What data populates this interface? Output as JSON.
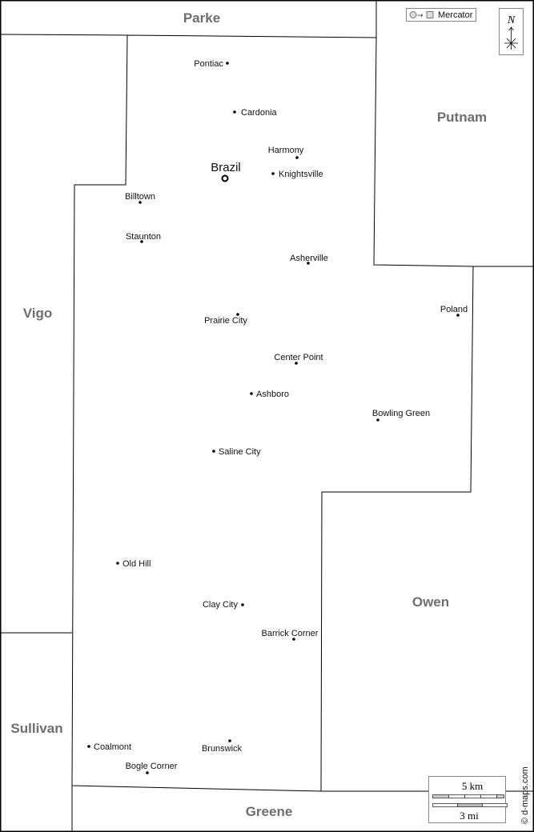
{
  "map": {
    "projection_label": "Mercator",
    "north_label": "N",
    "scale": {
      "km": "5 km",
      "mi": "3 mi"
    },
    "credit": "© d-maps.com",
    "county_seat": "Brazil",
    "neighbor_counties": {
      "parke": "Parke",
      "putnam": "Putnam",
      "vigo": "Vigo",
      "owen": "Owen",
      "sullivan": "Sullivan",
      "greene": "Greene"
    },
    "towns": {
      "pontiac": "Pontiac",
      "cardonia": "Cardonia",
      "harmony": "Harmony",
      "knightsville": "Knightsville",
      "billtown": "Billtown",
      "staunton": "Staunton",
      "asherville": "Asherville",
      "prairie_city": "Prairie City",
      "poland": "Poland",
      "center_point": "Center Point",
      "ashboro": "Ashboro",
      "bowling_green": "Bowling Green",
      "saline_city": "Saline City",
      "old_hill": "Old Hill",
      "clay_city": "Clay City",
      "barrick_corner": "Barrick Corner",
      "brunswick": "Brunswick",
      "coalmont": "Coalmont",
      "bogle_corner": "Bogle Corner"
    }
  }
}
